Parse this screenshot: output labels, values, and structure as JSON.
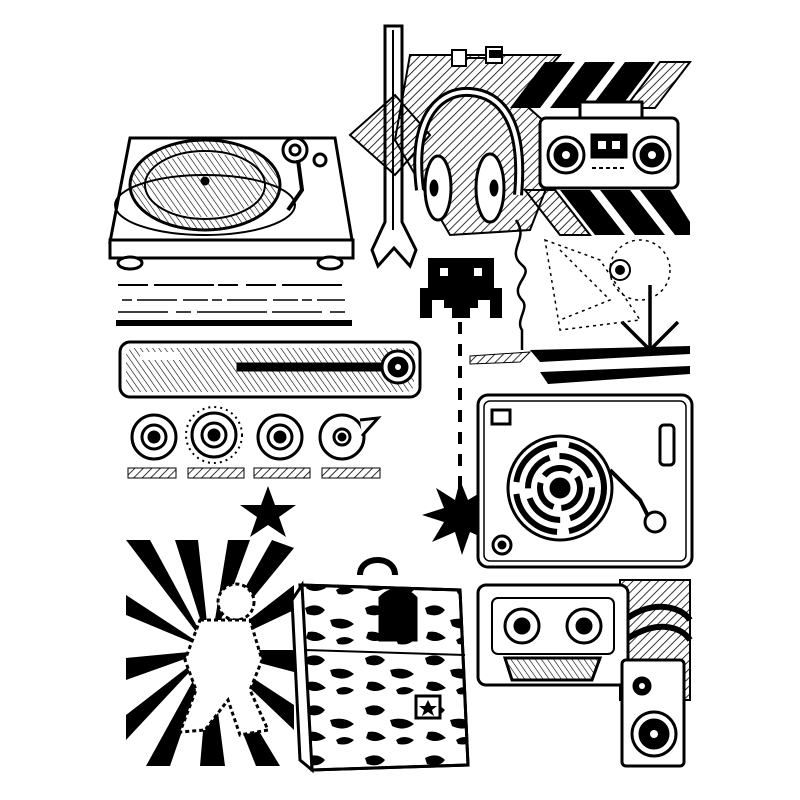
{
  "canvas": {
    "background": "#ffffff",
    "ink": "#000000"
  },
  "elements": [
    {
      "name": "turntable",
      "icon": "turntable-icon"
    },
    {
      "name": "vertical-arrow",
      "icon": "arrow-down-icon"
    },
    {
      "name": "headphones",
      "icon": "headphones-icon"
    },
    {
      "name": "boombox",
      "icon": "boombox-icon"
    },
    {
      "name": "chevron-stripes",
      "icon": "chevron-pattern"
    },
    {
      "name": "pixel-invader",
      "icon": "space-invader-icon"
    },
    {
      "name": "down-arrow",
      "icon": "arrow-down-icon"
    },
    {
      "name": "crossfader-slider",
      "icon": "slider-icon"
    },
    {
      "name": "knob-row",
      "icon": "knob-icon",
      "count": 4
    },
    {
      "name": "star",
      "icon": "star-icon"
    },
    {
      "name": "burst",
      "icon": "starburst-icon"
    },
    {
      "name": "cd-player",
      "icon": "cd-player-icon"
    },
    {
      "name": "sunburst-dancer",
      "icon": "dancer-icon"
    },
    {
      "name": "camo-record-case",
      "icon": "record-case-icon"
    },
    {
      "name": "cassette-tape",
      "icon": "cassette-icon"
    },
    {
      "name": "speaker",
      "icon": "speaker-icon"
    }
  ]
}
